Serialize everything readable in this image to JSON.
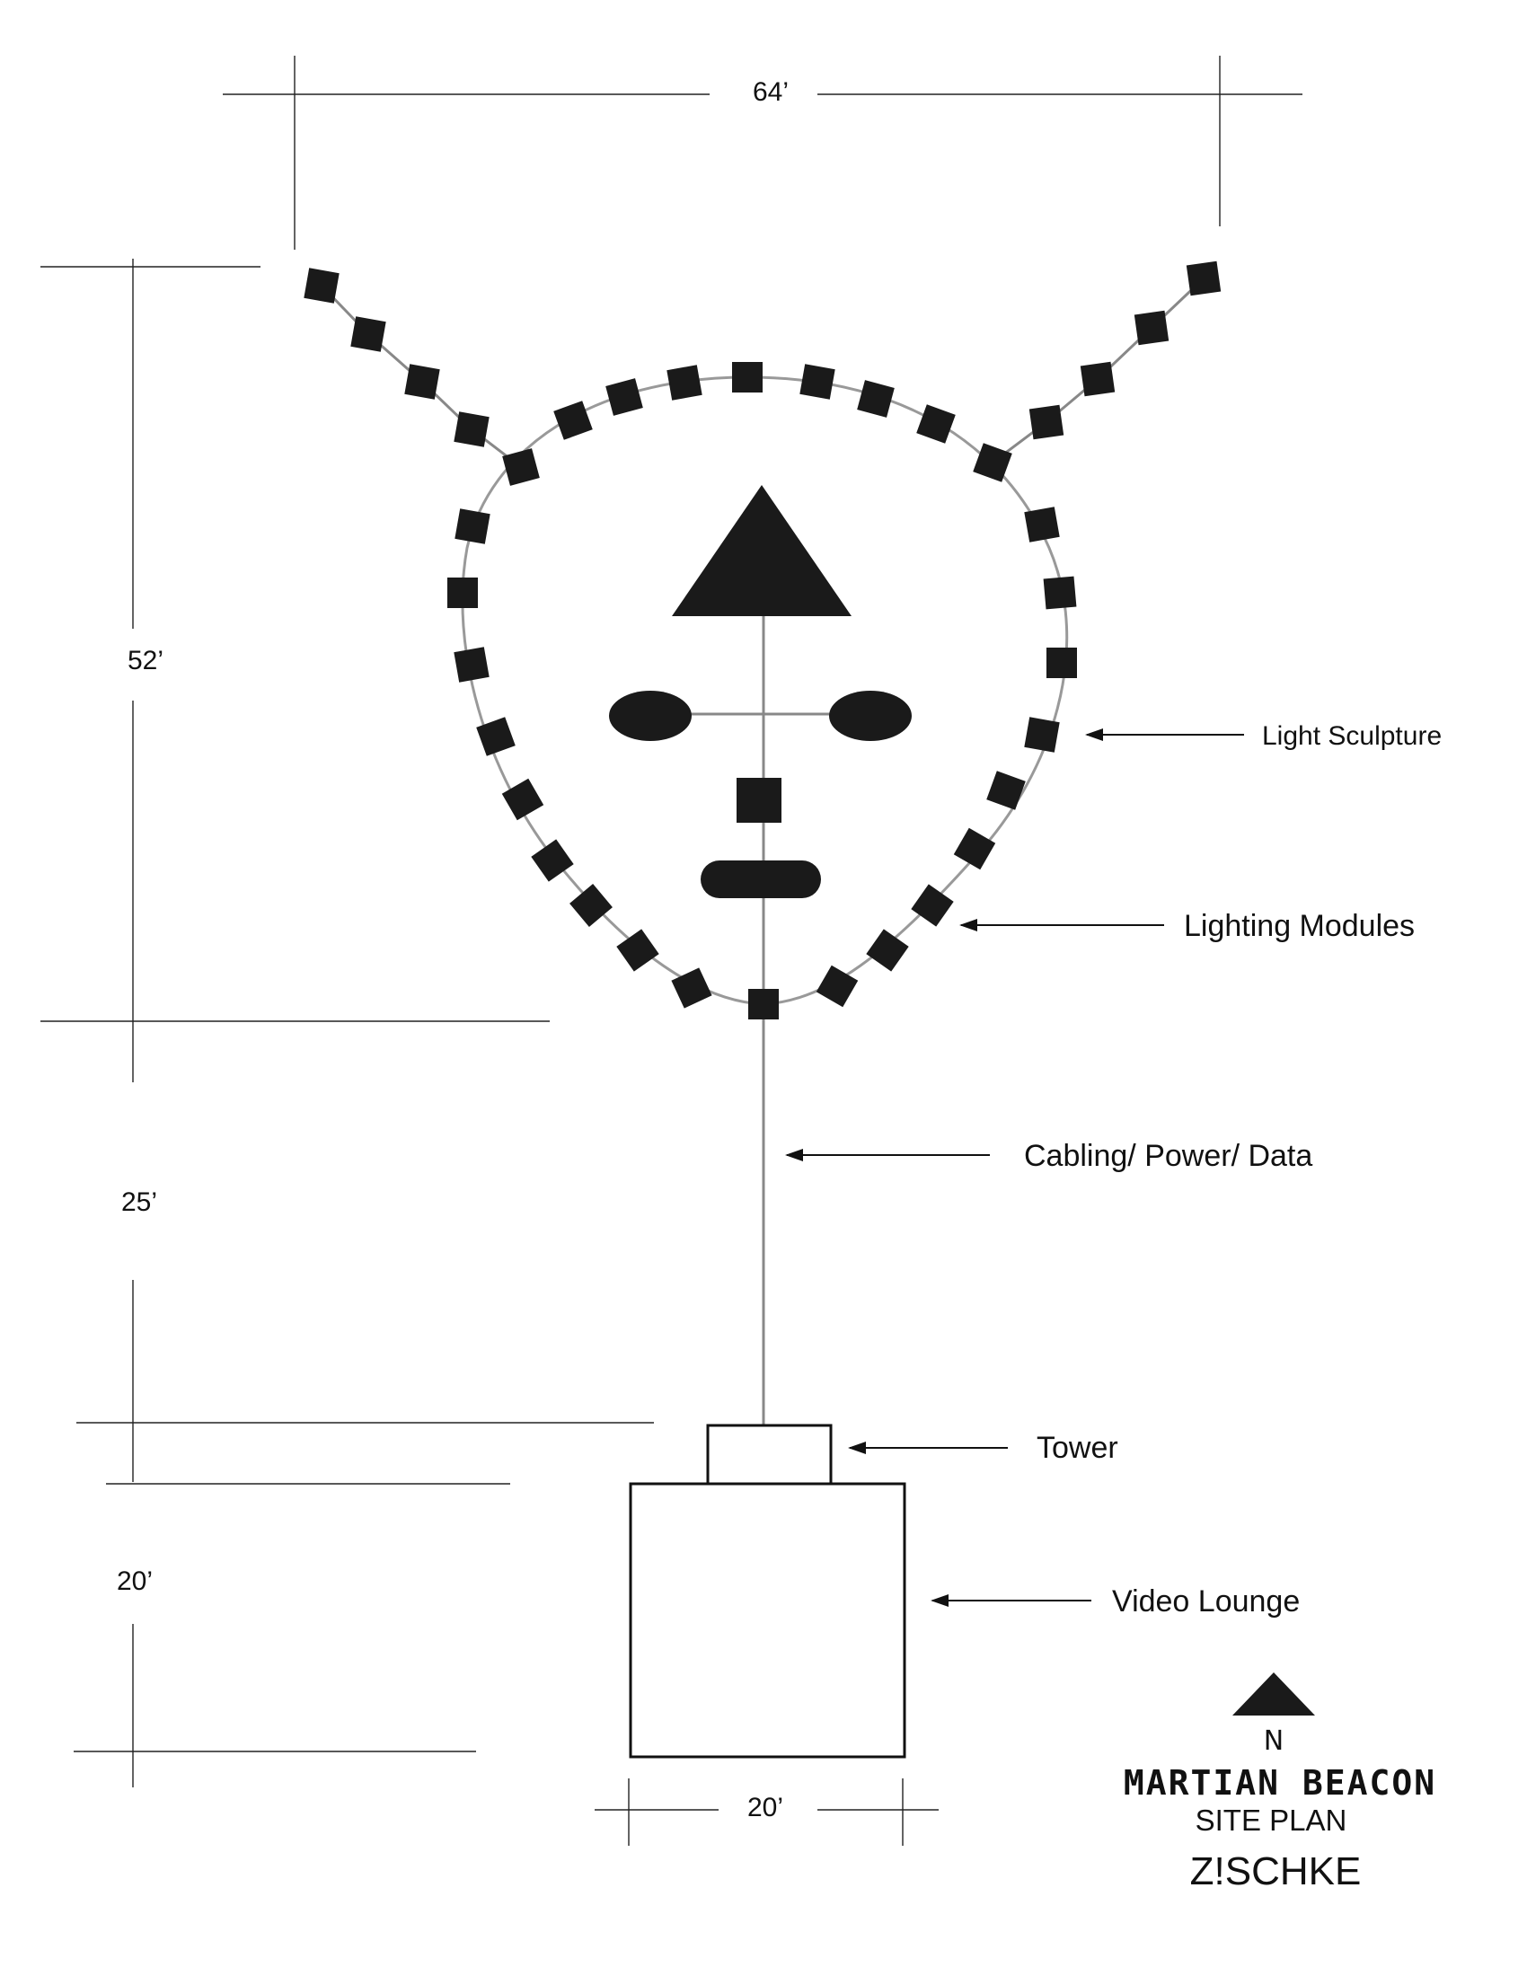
{
  "dimensions": {
    "top_width": "64’",
    "height_sculpture": "52’",
    "height_cable": "25’",
    "height_lounge": "20’",
    "width_lounge": "20’"
  },
  "labels": {
    "light_sculpture": "Light Sculpture",
    "lighting_modules": "Lighting Modules",
    "cabling": "Cabling/ Power/ Data",
    "tower": "Tower",
    "video_lounge": "Video Lounge"
  },
  "north": "N",
  "title_block": {
    "title": "MARTIAN BEACON",
    "subtitle": "SITE PLAN",
    "author": "Z!SCHKE"
  },
  "colors": {
    "ink": "#1a1a1a",
    "cable": "#888888",
    "ring": "#999999",
    "background": "#ffffff"
  }
}
